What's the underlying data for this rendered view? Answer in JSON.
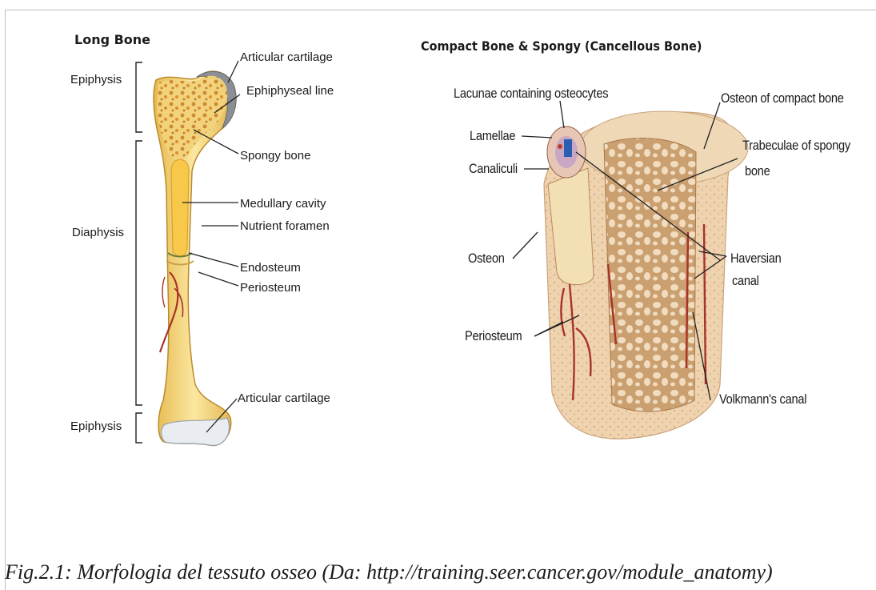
{
  "long_bone": {
    "title": "Long Bone",
    "labels": {
      "epiphysis_top": "Epiphysis",
      "diaphysis": "Diaphysis",
      "epiphysis_bottom": "Epiphysis",
      "articular_cartilage_top": "Articular cartilage",
      "epiphyseal_line": "Ephiphyseal line",
      "spongy_bone": "Spongy bone",
      "medullary_cavity": "Medullary cavity",
      "nutrient_foramen": "Nutrient foramen",
      "endosteum": "Endosteum",
      "periosteum": "Periosteum",
      "articular_cartilage_bottom": "Articular cartilage"
    }
  },
  "compact_bone": {
    "title": "Compact Bone & Spongy (Cancellous Bone)",
    "labels": {
      "lacunae": "Lacunae containing osteocytes",
      "lamellae": "Lamellae",
      "canaliculi": "Canaliculi",
      "osteon": "Osteon",
      "periosteum": "Periosteum",
      "osteon_compact": "Osteon of compact bone",
      "trabeculae_1": "Trabeculae of  spongy",
      "trabeculae_2": "bone",
      "haversian_1": "Haversian",
      "haversian_2": "canal",
      "volkmann": "Volkmann's canal"
    }
  },
  "caption": "Fig.2.1: Morfologia del tessuto osseo (Da: http://training.seer.cancer.gov/module_anatomy)",
  "colors": {
    "bone": "#f5d978",
    "bone_dark": "#d9a83c",
    "spongy": "#c89a3a",
    "vessel": "#a8322a",
    "cartilage": "#e9edf2",
    "compact": "#e9c9a0"
  }
}
